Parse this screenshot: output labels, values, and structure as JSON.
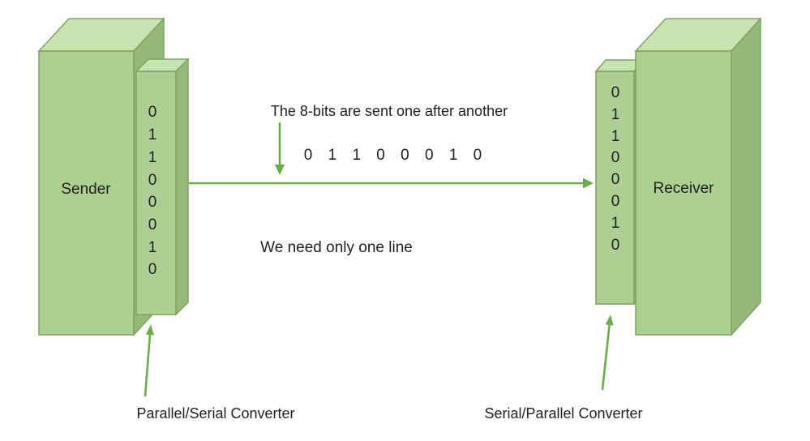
{
  "diagram": {
    "sender": {
      "label": "Sender",
      "bits": [
        "0",
        "1",
        "1",
        "0",
        "0",
        "0",
        "1",
        "0"
      ]
    },
    "receiver": {
      "label": "Receiver",
      "bits": [
        "0",
        "1",
        "1",
        "0",
        "0",
        "0",
        "1",
        "0"
      ]
    },
    "captions": {
      "serial_note": "The 8-bits are sent one after another",
      "bit_stream": "0 1 1 0 0 0 1 0",
      "line_note": "We need only one line",
      "sender_converter_label": "Parallel/Serial Converter",
      "receiver_converter_label": "Serial/Parallel Converter"
    },
    "colors": {
      "box_front": "#aecf93",
      "box_top": "#c9e2b2",
      "box_side": "#94b978",
      "box_border": "#7ea25f",
      "arrow_green": "#6cab4c",
      "text": "#1f1f1f",
      "background": "#ffffff"
    }
  }
}
